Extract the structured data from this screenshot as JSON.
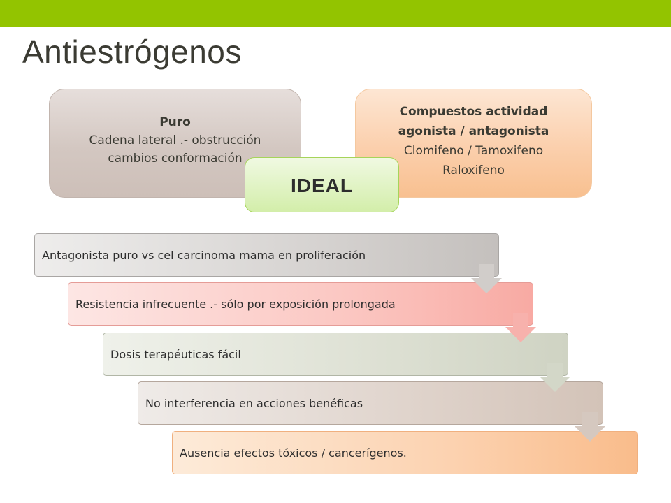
{
  "slide": {
    "title": "Antiestrógenos"
  },
  "boxes": {
    "puro": {
      "heading": "Puro",
      "line1": "Cadena lateral .- obstrucción",
      "line2": "cambios conformación"
    },
    "compuestos": {
      "heading_line1": "Compuestos actividad",
      "heading_line2": "agonista / antagonista",
      "line1": "Clomifeno / Tamoxifeno",
      "line2": "Raloxifeno"
    },
    "ideal": {
      "label": "IDEAL"
    }
  },
  "process_steps": [
    {
      "text": "Antagonista puro vs cel carcinoma mama en proliferación"
    },
    {
      "text": "Resistencia infrecuente .- sólo por exposición prolongada"
    },
    {
      "text": "Dosis terapéuticas fácil"
    },
    {
      "text": "No interferencia en acciones benéficas"
    },
    {
      "text": "Ausencia efectos tóxicos / cancerígenos."
    }
  ],
  "colors": {
    "accent_bar": "#93c400",
    "arrow_colors": [
      "#d1cdca",
      "#f7b1ac",
      "#d3d7c8",
      "#d5c8bf"
    ]
  }
}
